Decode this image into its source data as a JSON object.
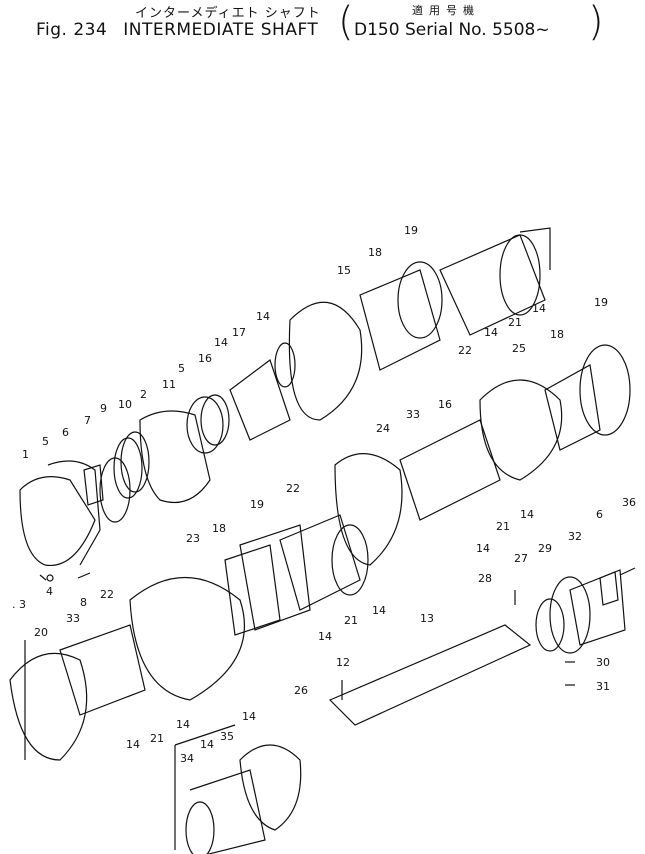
{
  "header": {
    "title_jp": "インターメディエト シャフト",
    "fig_label": "Fig. 234",
    "title_en": "INTERMEDIATE SHAFT",
    "applicability_jp": "適用号機",
    "applicability": "D150 Serial No. 5508~",
    "paren_open": "(",
    "paren_close": ")"
  },
  "callouts": [
    {
      "id": "c1",
      "text": "1"
    },
    {
      "id": "c5",
      "text": "5"
    },
    {
      "id": "c6",
      "text": "6"
    },
    {
      "id": "c7",
      "text": "7"
    },
    {
      "id": "c9",
      "text": "9"
    },
    {
      "id": "c10",
      "text": "10"
    },
    {
      "id": "c2",
      "text": "2"
    },
    {
      "id": "c11",
      "text": "11"
    },
    {
      "id": "c5b",
      "text": "5"
    },
    {
      "id": "c16",
      "text": "16"
    },
    {
      "id": "c14a",
      "text": "14"
    },
    {
      "id": "c17",
      "text": "17"
    },
    {
      "id": "c14b",
      "text": "14"
    },
    {
      "id": "c15",
      "text": "15"
    },
    {
      "id": "c18",
      "text": "18"
    },
    {
      "id": "c19",
      "text": "19"
    },
    {
      "id": "c22",
      "text": "22"
    },
    {
      "id": "c14c",
      "text": "14"
    },
    {
      "id": "c21",
      "text": "21"
    },
    {
      "id": "c14d",
      "text": "14"
    },
    {
      "id": "c3",
      "text": ". 3"
    },
    {
      "id": "c4",
      "text": "4"
    },
    {
      "id": "c8",
      "text": "8"
    },
    {
      "id": "c25",
      "text": "25"
    },
    {
      "id": "c18b",
      "text": "18"
    },
    {
      "id": "c19b",
      "text": "19"
    },
    {
      "id": "c33",
      "text": "33"
    },
    {
      "id": "c16b",
      "text": "16"
    },
    {
      "id": "c24",
      "text": "24"
    },
    {
      "id": "c21b",
      "text": "21"
    },
    {
      "id": "c14e",
      "text": "14"
    },
    {
      "id": "c14f",
      "text": "14"
    },
    {
      "id": "c22b",
      "text": "22"
    },
    {
      "id": "c19c",
      "text": "19"
    },
    {
      "id": "c23",
      "text": "23"
    },
    {
      "id": "c18c",
      "text": "18"
    },
    {
      "id": "c21c",
      "text": "21"
    },
    {
      "id": "c14g",
      "text": "14"
    },
    {
      "id": "c14h",
      "text": "14"
    },
    {
      "id": "c36",
      "text": "36"
    },
    {
      "id": "c6b",
      "text": "6"
    },
    {
      "id": "c32",
      "text": "32"
    },
    {
      "id": "c29",
      "text": "29"
    },
    {
      "id": "c27",
      "text": "27"
    },
    {
      "id": "c28",
      "text": "28"
    },
    {
      "id": "c22c",
      "text": "22"
    },
    {
      "id": "c33b",
      "text": "33"
    },
    {
      "id": "c20",
      "text": "20"
    },
    {
      "id": "c13",
      "text": "13"
    },
    {
      "id": "c30",
      "text": "30"
    },
    {
      "id": "c12",
      "text": "12"
    },
    {
      "id": "c31",
      "text": "31"
    },
    {
      "id": "c14i",
      "text": "14"
    },
    {
      "id": "c21d",
      "text": "21"
    },
    {
      "id": "c14j",
      "text": "14"
    },
    {
      "id": "c26",
      "text": "26"
    },
    {
      "id": "c14k",
      "text": "14"
    },
    {
      "id": "c35",
      "text": "35"
    },
    {
      "id": "c14l",
      "text": "14"
    },
    {
      "id": "c34",
      "text": "34"
    }
  ]
}
